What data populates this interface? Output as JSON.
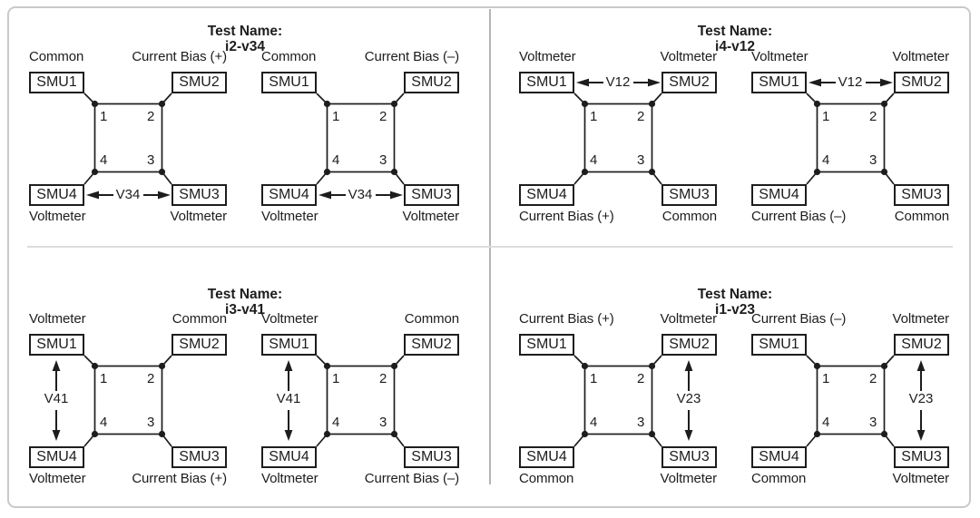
{
  "shared": {
    "smu_boxes": {
      "smu1": "SMU1",
      "smu2": "SMU2",
      "smu3": "SMU3",
      "smu4": "SMU4"
    },
    "pad_numbers": {
      "p1": "1",
      "p2": "2",
      "p3": "3",
      "p4": "4"
    }
  },
  "colors": {
    "line": "#1d1d1f",
    "frame_border": "#c9c9c9",
    "divider_vertical": "#b5b5b5",
    "divider_horizontal": "#dcdcdc",
    "background": "#ffffff"
  },
  "quadrants": [
    {
      "title_label": "Test Name:",
      "test_name": "i2-v34",
      "voltage_label": "V34",
      "voltage_arrow": "horizontal-bottom",
      "diagrams": [
        {
          "top_left": "Common",
          "top_right": "Current Bias (+)",
          "bottom_left": "Voltmeter",
          "bottom_right": "Voltmeter"
        },
        {
          "top_left": "Common",
          "top_right": "Current Bias (–)",
          "bottom_left": "Voltmeter",
          "bottom_right": "Voltmeter"
        }
      ]
    },
    {
      "title_label": "Test Name:",
      "test_name": "i4-v12",
      "voltage_label": "V12",
      "voltage_arrow": "horizontal-top",
      "diagrams": [
        {
          "top_left": "Voltmeter",
          "top_right": "Voltmeter",
          "bottom_left": "Current Bias (+)",
          "bottom_right": "Common"
        },
        {
          "top_left": "Voltmeter",
          "top_right": "Voltmeter",
          "bottom_left": "Current Bias (–)",
          "bottom_right": "Common"
        }
      ]
    },
    {
      "title_label": "Test Name:",
      "test_name": "i3-v41",
      "voltage_label": "V41",
      "voltage_arrow": "vertical-left",
      "diagrams": [
        {
          "top_left": "Voltmeter",
          "top_right": "Common",
          "bottom_left": "Voltmeter",
          "bottom_right": "Current Bias (+)"
        },
        {
          "top_left": "Voltmeter",
          "top_right": "Common",
          "bottom_left": "Voltmeter",
          "bottom_right": "Current Bias (–)"
        }
      ]
    },
    {
      "title_label": "Test Name:",
      "test_name": "i1-v23",
      "voltage_label": "V23",
      "voltage_arrow": "vertical-right",
      "diagrams": [
        {
          "top_left": "Current Bias (+)",
          "top_right": "Voltmeter",
          "bottom_left": "Common",
          "bottom_right": "Voltmeter"
        },
        {
          "top_left": "Current Bias (–)",
          "top_right": "Voltmeter",
          "bottom_left": "Common",
          "bottom_right": "Voltmeter"
        }
      ]
    }
  ]
}
